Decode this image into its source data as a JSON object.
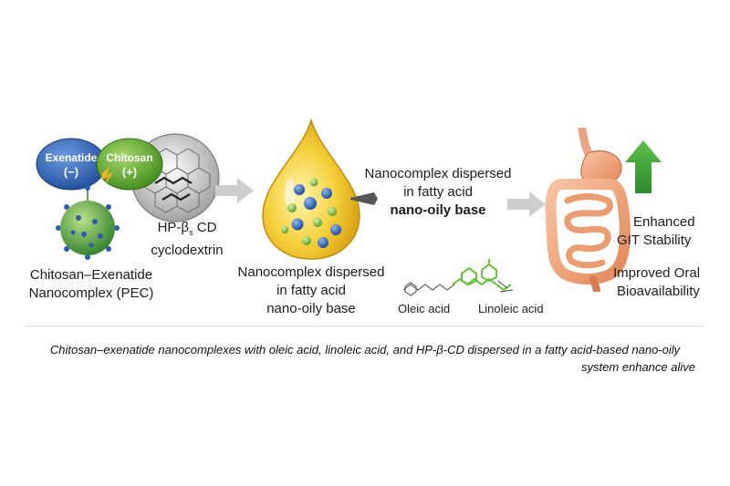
{
  "stage1": {
    "exenatide_label": "Exenatide",
    "exenatide_charge": "(−)",
    "chitosan_label": "Chitosan",
    "chitosan_charge": "(+)",
    "cd_label_line1": "HP-β",
    "cd_label_sub": "s",
    "cd_label_line1_end": "CD",
    "cd_label_line2": "cyclodextrin",
    "pec_line1": "Chitosan–Exenatide",
    "pec_line2": "Nanocomplex (PEC)"
  },
  "stage2": {
    "line1": "Nanocomplex dispersed",
    "line2": "in fatty acid",
    "line3": "nano-oily base"
  },
  "stage3": {
    "line1": "Nanocomplex dispersed",
    "line2": "in fatty acid",
    "line3": "nano-oily base",
    "oleic_label": "Oleic acid",
    "linoleic_label": "Linoleic acid"
  },
  "stage4": {
    "stability_line1": "Enhanced",
    "stability_line2": "GIT Stability",
    "bio_line1": "Improved Oral",
    "bio_line2": "Bioavailability"
  },
  "caption": {
    "line1": "Chitosan–exenatide nanocomplexes with oleic acid, linoleic acid, and HP-β-CD dispersed in a fatty acid-based nano-oily",
    "line2": "system enhance alive"
  },
  "colors": {
    "exenatide": "#2f5fa8",
    "chitosan": "#5aa02c",
    "droplet": "#f2c230",
    "arrow": "#c8c8c8",
    "green_arrow": "#3f9a3a",
    "gut": "#f0a37a"
  }
}
